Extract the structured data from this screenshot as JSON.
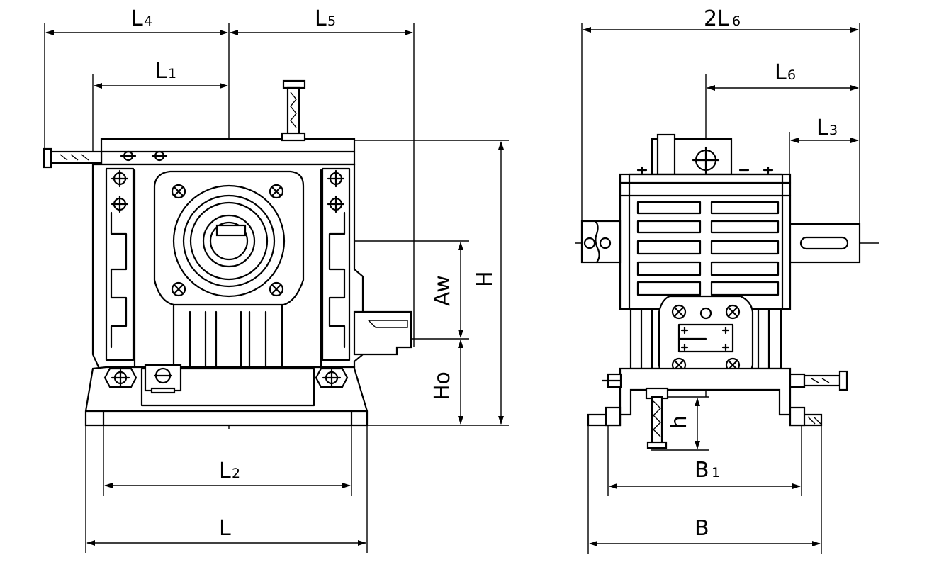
{
  "labels": {
    "L4_main": "L",
    "L4_sub": "4",
    "L5_main": "L",
    "L5_sub": "5",
    "L1_main": "L",
    "L1_sub": "1",
    "L2_main": "L",
    "L2_sub": "2",
    "L": "L",
    "H": "H",
    "Aw": "Aw",
    "Ho": "Ho",
    "twoL6_main": "2L",
    "twoL6_sub": "6",
    "L6_main": "L",
    "L6_sub": "6",
    "L3_main": "L",
    "L3_sub": "3",
    "h": "h",
    "B1_main": "B",
    "B1_sub": "1",
    "B": "B"
  }
}
